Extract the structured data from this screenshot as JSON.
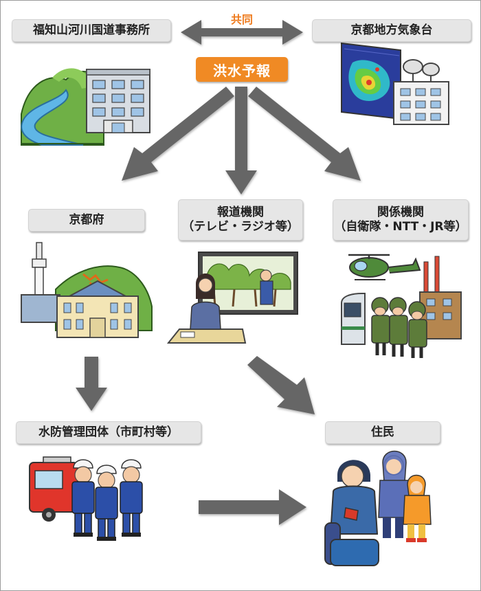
{
  "nodes": {
    "fukuchiyama_office": "福知山河川国道事務所",
    "kyoto_weather": "京都地方気象台",
    "kyoto_pref": "京都府",
    "media": {
      "line1": "報道機関",
      "line2": "（テレビ・ラジオ等）"
    },
    "related": {
      "line1": "関係機関",
      "line2": "（自衛隊・NTT・JR等）"
    },
    "flood_body": "水防管理団体（市町村等）",
    "residents": "住民"
  },
  "kyodo_label": "共同",
  "flood_forecast": "洪水予報",
  "colors": {
    "label_bg": "#e6e6e6",
    "accent": "#f08a24",
    "arrow": "#666666"
  }
}
